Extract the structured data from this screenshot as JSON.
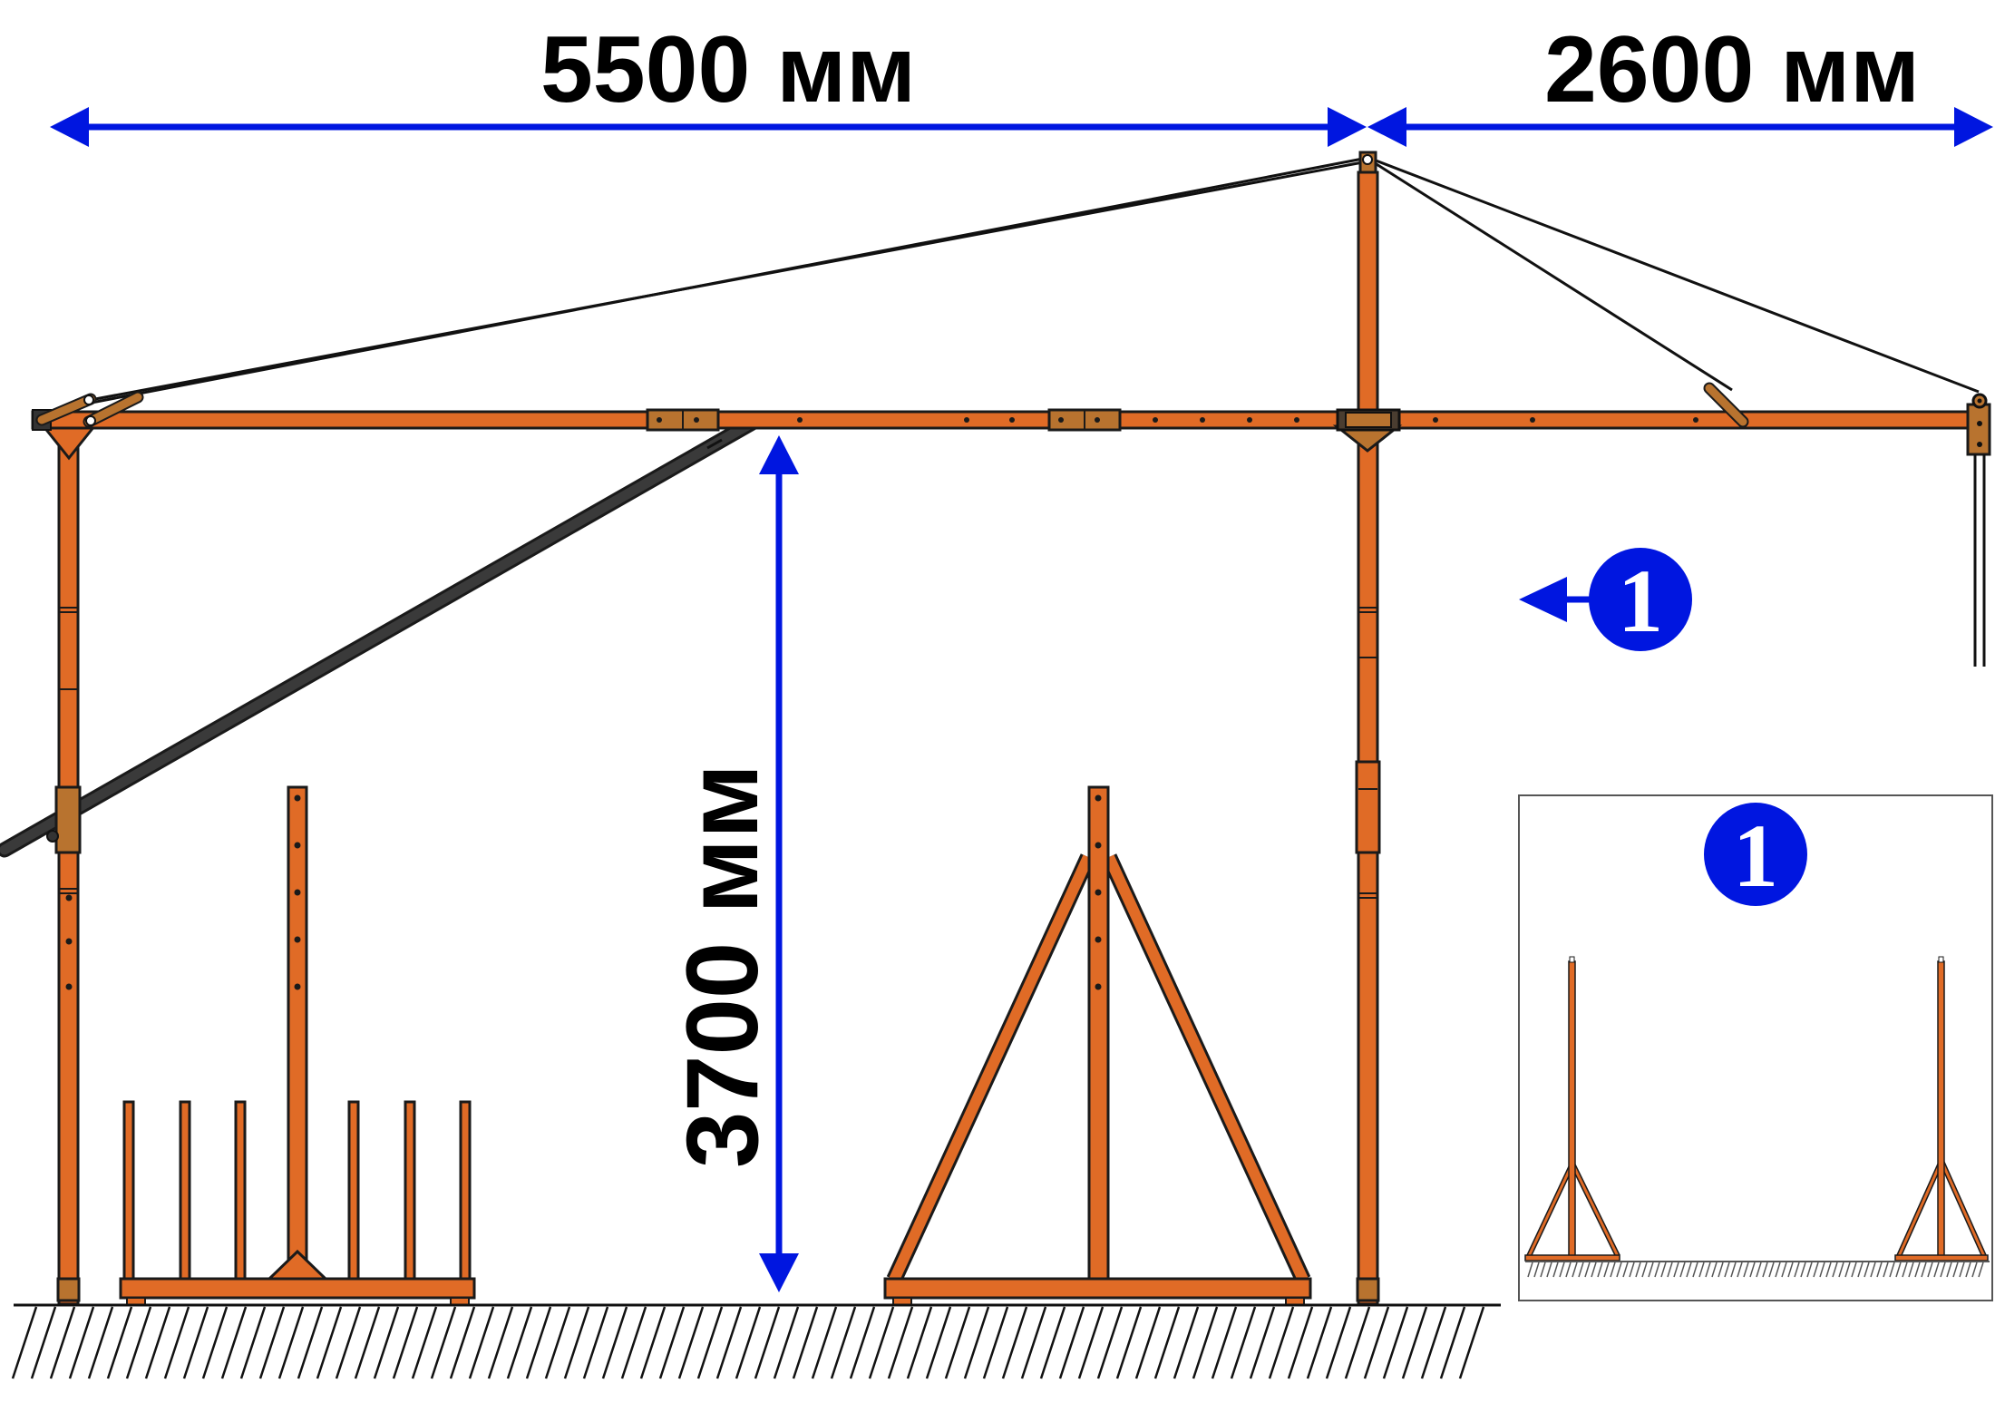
{
  "dimensions": {
    "boom_length": "5500 мм",
    "counter_boom_length": "2600 мм",
    "clear_height": "3700 мм"
  },
  "markers": {
    "side_view_marker": "1",
    "inset_marker": "1"
  },
  "colors": {
    "steel": "#e06b26",
    "outline": "#1a1a1a",
    "dimension": "#0016e0",
    "plate": "#b8732f",
    "strut": "#3a3a3a",
    "cable": "#111111"
  }
}
